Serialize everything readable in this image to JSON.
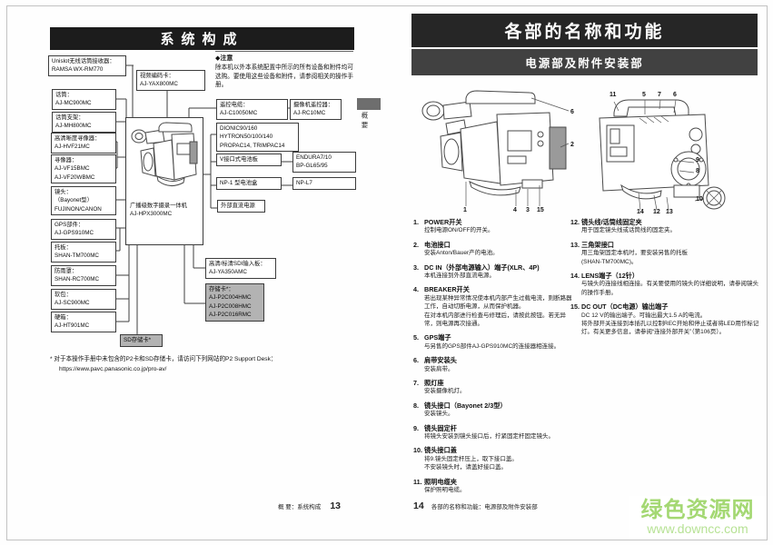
{
  "colors": {
    "header_bar": "#1c1c1c",
    "right_title_bar": "#262626",
    "right_subtitle_bar": "#414141",
    "diagram_gray_box": "#b3b3b3",
    "side_tab_gray": "#6e6e6e",
    "watermark_green": "#a4d873",
    "watermark_url_green": "#b7e295"
  },
  "watermark": {
    "site": "绿色资源网",
    "url": "www.downcc.com"
  },
  "left_page": {
    "title": "系统构成",
    "note_heading": "◆注意",
    "note_body": "除本机以外本系统配置中所示的所有设备和附件均可选购。要使用这些设备和附件，请参阅相关的操作手册。",
    "side_tab": "概要",
    "diagram": {
      "unislot": "Unislot无线话筒接收器：\nRAMSA WX-RM770",
      "mic": "话筒：\nAJ-MC900MC",
      "mic_holder": "话筒支架：\nAJ-MH800MC",
      "hd_viewfinder": "高清晰度寻像器：\nAJ-HVF21MC",
      "viewfinder": "寻像器：\nAJ-VF15BMC\nAJ-VF20WBMC",
      "lens": "镜头：\n（Bayonet型）\nFUJINON/CANON",
      "gps": "GPS部件：\nAJ-GPS910MC",
      "plate": "托板：\nSHAN-TM700MC",
      "rain_cover": "防雨罩：\nSHAN-RC700MC",
      "soft_bag": "软包：\nAJ-SC900MC",
      "hard_case": "硬箱：\nAJ-HT901MC",
      "video_encoder": "视频编码卡：\nAJ-YAX800MC",
      "camera_label": "广播级数字摄录一体机\nAJ-HPX3000MC",
      "remote_cable": "遥控电缆：\nAJ-C10050MC",
      "camera_remote": "摄像机遥控器：\nAJ-RC10MC",
      "batteries": "DIONIC90/160\nHYTRON50/100/140\nPROPAC14, TRIMPAC14",
      "v_mount": "V接口式电池板",
      "endura": "ENDURA7/10\nBP-GL65/95",
      "np1_case": "NP-1 型电池盒",
      "np_l7": "NP-L7",
      "ext_dc": "外部直流电源",
      "sdi_board": "高清/标清SDI输入板：\nAJ-YA350AMC",
      "p2_cards": "存储卡*：\nAJ-P2C004HMC\nAJ-P2C008HMC\nAJ-P2C016RMC",
      "sd_card": "SD存储卡*"
    },
    "footnote_line1": "* 对于本操作手册中未包含的P2卡和SD存储卡，请访问下列网站的P2 Support Desk：",
    "footnote_line2": "https://eww.pavc.panasonic.co.jp/pro-av/",
    "footer_section": "概 要：系统构成",
    "footer_page": "13"
  },
  "right_page": {
    "title": "各部的名称和功能",
    "subtitle": "电源部及附件安装部",
    "items": {
      "i1": {
        "num": "1.",
        "title": "POWER开关",
        "desc": "控制电源ON/OFF的开关。"
      },
      "i2": {
        "num": "2.",
        "title": "电池接口",
        "desc": "安装Anton/Bauer产的电池。"
      },
      "i3": {
        "num": "3.",
        "title": "DC IN（外部电源输入）端子(XLR、4P)",
        "desc": "本机连接到外部直流电源。"
      },
      "i4": {
        "num": "4.",
        "title": "BREAKER开关",
        "desc": "若出现某种异常情况使本机内部产生过载电流，则断路器工作，自动切断电源，从而保护机器。\n在对本机内部进行检查与修理后，请按此按钮。若无异常，则电源再次接通。"
      },
      "i5": {
        "num": "5.",
        "title": "GPS端子",
        "desc": "与另售的GPS部件AJ-GPS910MC的连接器相连接。"
      },
      "i6": {
        "num": "6.",
        "title": "肩带安装头",
        "desc": "安装肩带。"
      },
      "i7": {
        "num": "7.",
        "title": "照灯座",
        "desc": "安装摄像机灯。"
      },
      "i8": {
        "num": "8.",
        "title": "镜头接口（Bayonet 2/3型）",
        "desc": "安装镜头。"
      },
      "i9": {
        "num": "9.",
        "title": "镜头固定杆",
        "desc": "将镜头安装到镜头接口后，拧紧固定杆固定镜头。"
      },
      "i10": {
        "num": "10.",
        "title": "镜头接口盖",
        "desc": "将9.镜头固定杆压上，取下接口盖。\n不安装镜头时，请盖好接口盖。"
      },
      "i11": {
        "num": "11.",
        "title": "照明电缆夹",
        "desc": "保护照明电缆。"
      },
      "i12": {
        "num": "12.",
        "title": "镜头线/话筒线固定夹",
        "desc": "用于固定镜头线或话筒线的固定夹。"
      },
      "i13": {
        "num": "13.",
        "title": "三角架接口",
        "desc": "用三角架固定本机时，要安装另售的托板\n(SHAN-TM700MC)。"
      },
      "i14": {
        "num": "14.",
        "title": "LENS端子（12针）",
        "desc": "与镜头的连接线相连接。有关要使用的镜头的详细说明，请参阅镜头的操作手册。"
      },
      "i15": {
        "num": "15.",
        "title": "DC OUT（DC电源）输出端子",
        "desc": "DC 12 V的输出端子。可输出最大1.5 A的电流。\n将外部开关连接到本插孔以控制REC开始和停止或者将LED用作标记灯。有关更多信息，请参阅“连接外部开关”（第106页）。"
      }
    },
    "callouts": {
      "fl_6": "6",
      "fl_2": "2",
      "fl_1": "1",
      "fl_4": "4",
      "fl_3": "3",
      "fl_15": "15",
      "fr_11": "11",
      "fr_5": "5",
      "fr_7": "7",
      "fr_6": "6",
      "fr_9": "9",
      "fr_8": "8",
      "fr_10": "10",
      "fr_14": "14",
      "fr_12": "12",
      "fr_13": "13"
    },
    "footer_page": "14",
    "footer_section": "各部的名称和功能：电源部及附件安装部"
  }
}
